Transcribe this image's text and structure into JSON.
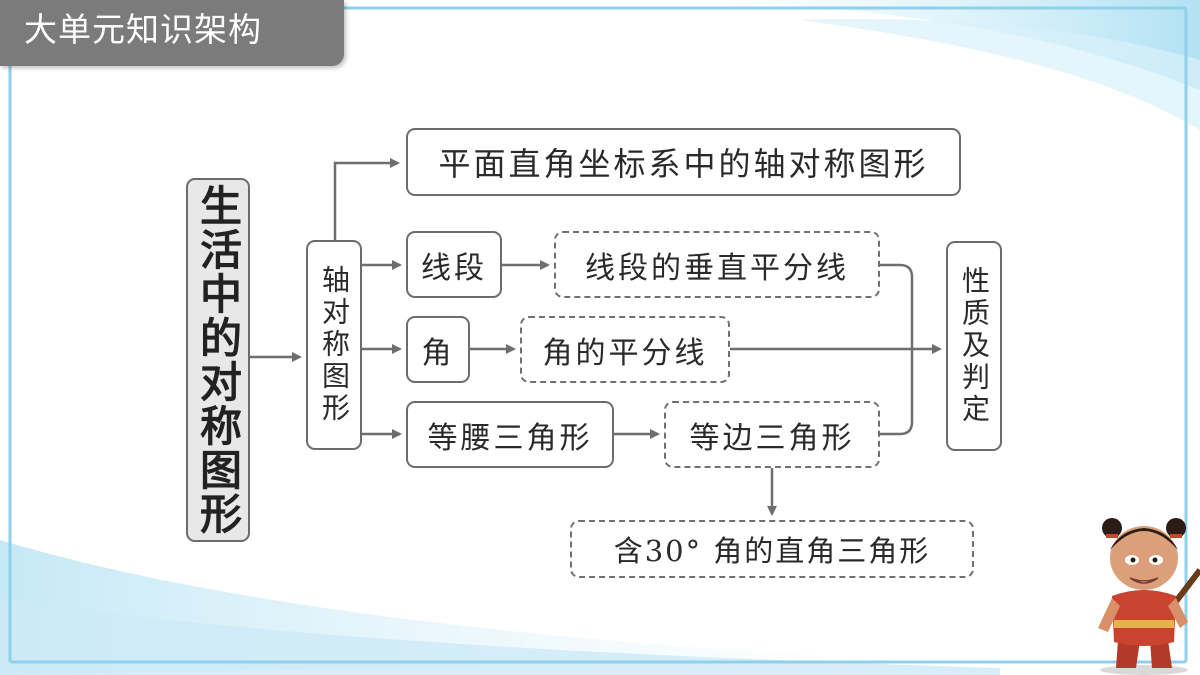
{
  "header": {
    "title": "大单元知识架构"
  },
  "diagram": {
    "root": "生活中的对称图形",
    "axial": "轴对称图形",
    "coordinate": "平面直角坐标系中的轴对称图形",
    "segment": "线段",
    "perp_bisector": "线段的垂直平分线",
    "angle": "角",
    "angle_bisector": "角的平分线",
    "isosceles": "等腰三角形",
    "equilateral": "等边三角形",
    "right_triangle_30": "含30° 角的直角三角形",
    "properties": "性质及判定"
  },
  "colors": {
    "header_bg": "#7b7b7b",
    "node_border": "#6c6c6c",
    "arrow": "#6e6e6e",
    "root_fill": "#e8e8e8"
  }
}
